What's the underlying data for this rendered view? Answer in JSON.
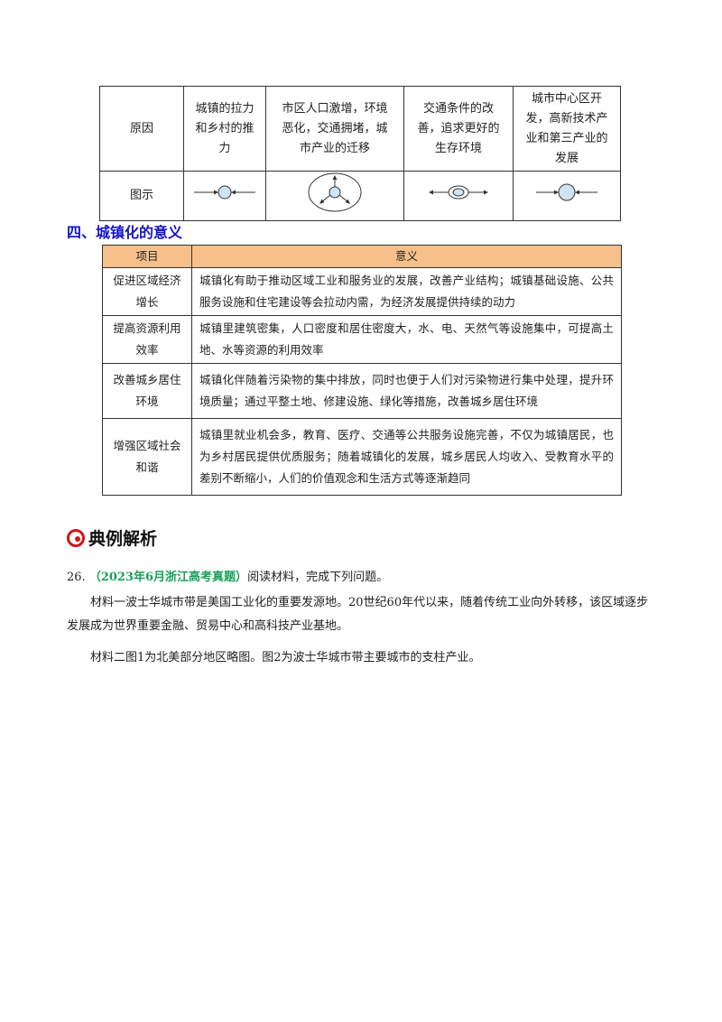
{
  "top_table": {
    "row_reason_label": "原因",
    "reasons": [
      [
        "城镇的拉力",
        "和乡村的推",
        "力"
      ],
      [
        "市区人口激增，环境",
        "恶化，交通拥堵，城",
        "市产业的迁移"
      ],
      [
        "交通条件的改",
        "善，追求更好的",
        "生存环境"
      ],
      [
        "城市中心区开",
        "发，高新技术产",
        "业和第三产业的",
        "发展"
      ]
    ],
    "row_diagram_label": "图示",
    "diagram_icons": [
      "inward-arrows-icon",
      "radial-outward-arrows-icon",
      "outward-arrows-ring-icon",
      "inward-arrows-icon"
    ]
  },
  "section_heading": "四、城镇化的意义",
  "meaning_table": {
    "header_item": "项目",
    "header_meaning": "意义",
    "rows": [
      {
        "item": [
          "促进区域经济",
          "增长"
        ],
        "text": "城镇化有助于推动区域工业和服务业的发展，改善产业结构；城镇基础设施、公共服务设施和住宅建设等会拉动内需，为经济发展提供持续的动力"
      },
      {
        "item": [
          "提高资源利用",
          "效率"
        ],
        "text": "城镇里建筑密集，人口密度和居住密度大，水、电、天然气等设施集中，可提高土地、水等资源的利用效率"
      },
      {
        "item": [
          "改善城乡居住",
          "环境"
        ],
        "text": "城镇化伴随着污染物的集中排放，同时也便于人们对污染物进行集中处理，提升环境质量；通过平整土地、修建设施、绿化等措施，改善城乡居住环境"
      },
      {
        "item": [
          "增强区域社会",
          "和谐"
        ],
        "text": "城镇里就业机会多，教育、医疗、交通等公共服务设施完善，不仅为城镇居民，也为乡村居民提供优质服务；随着城镇化的发展，城乡居民人均收入、受教育水平的差别不断缩小，人们的价值观念和生活方式等逐渐趋同"
      }
    ]
  },
  "example": {
    "title": "典例解析",
    "q_number": "26.",
    "q_source": "（2023年6月浙江高考真题）",
    "q_instruction": "阅读材料，完成下列问题。",
    "material1": "材料一波士华城市带是美国工业化的重要发源地。20世纪60年代以来，随着传统工业向外转移，该区域逐步发展成为世界重要金融、贸易中心和高科技产业基地。",
    "material2": "材料二图1为北美部分地区略图。图2为波士华城市带主要城市的支柱产业。"
  },
  "colors": {
    "heading_blue": "#1414c8",
    "header_orange": "#f7c08a",
    "source_green": "#1aa05a",
    "icon_red": "#d0161b"
  }
}
